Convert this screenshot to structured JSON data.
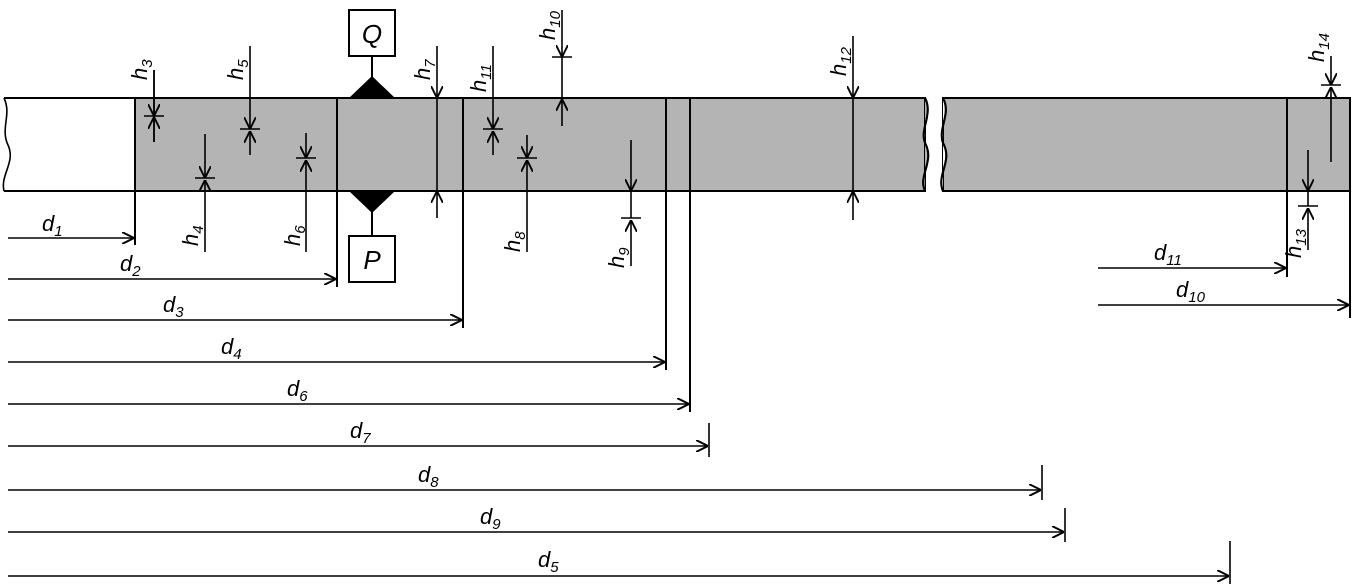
{
  "labels": {
    "Q": "Q",
    "P": "P",
    "h": {
      "letter": "h",
      "subs": [
        "3",
        "4",
        "5",
        "6",
        "7",
        "8",
        "9",
        "10",
        "11",
        "12",
        "13",
        "14"
      ]
    },
    "d": {
      "letter": "d",
      "subs": [
        "1",
        "2",
        "3",
        "4",
        "5",
        "6",
        "7",
        "8",
        "9",
        "10",
        "11"
      ]
    }
  },
  "colors": {
    "section_fill": "#b4b4b4",
    "line": "#000000",
    "background": "#ffffff"
  }
}
